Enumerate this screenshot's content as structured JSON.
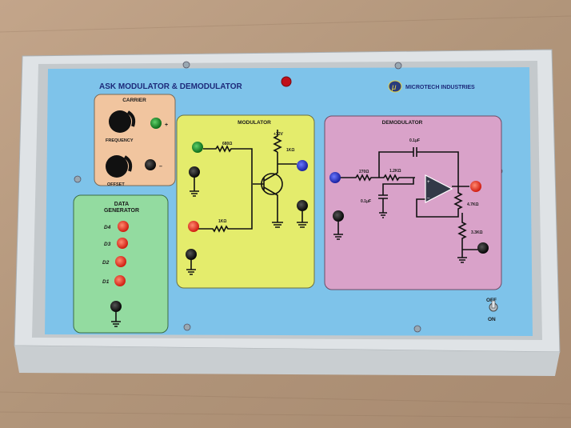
{
  "panel": {
    "title": "ASK MODULATOR & DEMODULATOR",
    "brand": "MICROTECH INDUSTRIES",
    "brand_logo_text": "μ"
  },
  "carrier": {
    "heading": "CARRIER",
    "frequency_label": "FREQUENCY",
    "offset_label": "OFFSET",
    "plus": "+",
    "minus": "–"
  },
  "data_generator": {
    "heading_line1": "DATA",
    "heading_line2": "GENERATOR",
    "outputs": [
      "D4",
      "D3",
      "D2",
      "D1"
    ]
  },
  "modulator": {
    "heading": "MODULATOR",
    "r_carrier": "680Ω",
    "r_data": "1KΩ",
    "supply": "+12V",
    "r_collector": "1KΩ"
  },
  "demodulator": {
    "heading": "DEMODULATOR",
    "c_feedback": "0.1μF",
    "r1": "270Ω",
    "r2": "1.2KΩ",
    "c_ground": "0.1μF",
    "r3": "4.7KΩ",
    "r4": "3.3KΩ",
    "opamp_plus": "+",
    "opamp_minus": "–"
  },
  "power_switch": {
    "off_label": "OFF",
    "on_label": "ON"
  },
  "colors": {
    "panel": "#7ec3ea",
    "carrier": "#f1c59f",
    "data_generator": "#93dba0",
    "modulator": "#e4ec6c",
    "demodulator": "#d9a2c9"
  }
}
